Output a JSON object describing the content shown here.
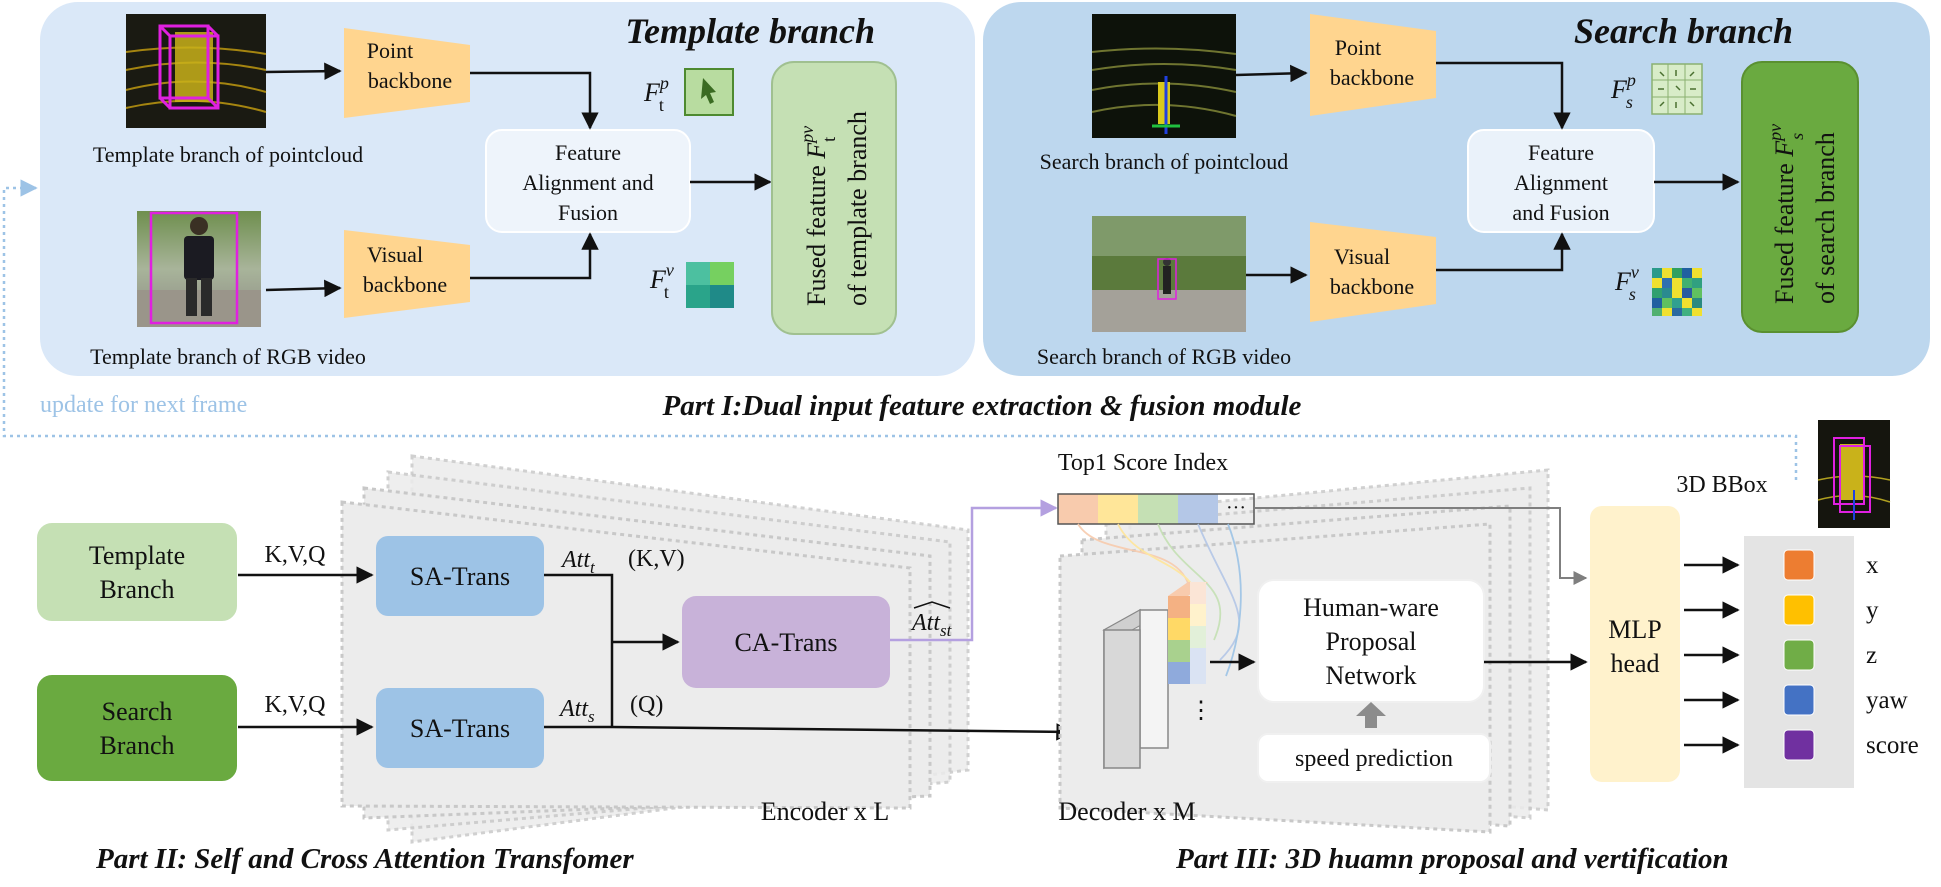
{
  "part1": {
    "title": "Part I:Dual input feature extraction & fusion module",
    "update_label": "update for next frame",
    "template": {
      "title": "Template branch",
      "pointcloud_caption": "Template branch of pointcloud",
      "rgb_caption": "Template branch of RGB video",
      "point_backbone": [
        "Point",
        "backbone"
      ],
      "visual_backbone": [
        "Visual",
        "backbone"
      ],
      "fusion": [
        "Feature",
        "Alignment and",
        "Fusion"
      ],
      "feat_point": {
        "base": "F",
        "sup": "p",
        "sub": "t"
      },
      "feat_visual": {
        "base": "F",
        "sup": "v",
        "sub": "t"
      },
      "fused": {
        "line1": "Fused feature ",
        "line2": "of template branch",
        "base": "F",
        "sup": "pv",
        "sub": "t"
      }
    },
    "search": {
      "title": "Search branch",
      "pointcloud_caption": "Search branch of pointcloud",
      "rgb_caption": "Search branch of RGB video",
      "point_backbone": [
        "Point",
        "backbone"
      ],
      "visual_backbone": [
        "Visual",
        "backbone"
      ],
      "fusion": [
        "Feature",
        "Alignment",
        "and Fusion"
      ],
      "feat_point": {
        "base": "F",
        "sup": "p",
        "sub": "s"
      },
      "feat_visual": {
        "base": "F",
        "sup": "v",
        "sub": "s"
      },
      "fused": {
        "line1": "Fused feature ",
        "line2": "of search branch",
        "base": "F",
        "sup": "pv",
        "sub": "s"
      }
    }
  },
  "part2": {
    "title": "Part II: Self and Cross Attention Transfomer",
    "template_input": [
      "Template",
      "Branch"
    ],
    "search_input": [
      "Search",
      "Branch"
    ],
    "kvq_top": "K,V,Q",
    "kvq_bottom": "K,V,Q",
    "sa_top": "SA-Trans",
    "sa_bottom": "SA-Trans",
    "att_t": {
      "base": "Att",
      "sub": "t"
    },
    "att_s": {
      "base": "Att",
      "sub": "s"
    },
    "kv_label": "(K,V)",
    "q_label": "(Q)",
    "ca": "CA-Trans",
    "att_st": {
      "base": "Att",
      "sub": "st"
    },
    "encoder": "Encoder x L"
  },
  "part3": {
    "title": "Part III: 3D huamn proposal and vertification",
    "top1": "Top1 Score Index",
    "ellipsis": "···",
    "proposal": [
      "Human-ware",
      "Proposal",
      "Network"
    ],
    "speed": "speed prediction",
    "decoder": "Decoder x M",
    "mlp": [
      "MLP",
      "head"
    ],
    "bbox_title": "3D BBox",
    "dots": "⋮",
    "outputs": [
      {
        "label": "x",
        "color": "#ed7d31"
      },
      {
        "label": "y",
        "color": "#ffc000"
      },
      {
        "label": "z",
        "color": "#70ad47"
      },
      {
        "label": "yaw",
        "color": "#4472c4"
      },
      {
        "label": "score",
        "color": "#7030a0"
      }
    ],
    "score_colors": [
      "#f8cbad",
      "#ffe699",
      "#c5e0b4",
      "#b4c7e7"
    ]
  },
  "colors": {
    "panel_template": "#dae8f8",
    "panel_search": "#bdd7ee",
    "backbone": "#ffd58f",
    "sa_trans": "#9dc3e6",
    "ca_trans": "#c8b2d9",
    "fused_template": "#c5e0b4",
    "fused_search": "#6aaa40",
    "mlp": "#fff2cc"
  }
}
